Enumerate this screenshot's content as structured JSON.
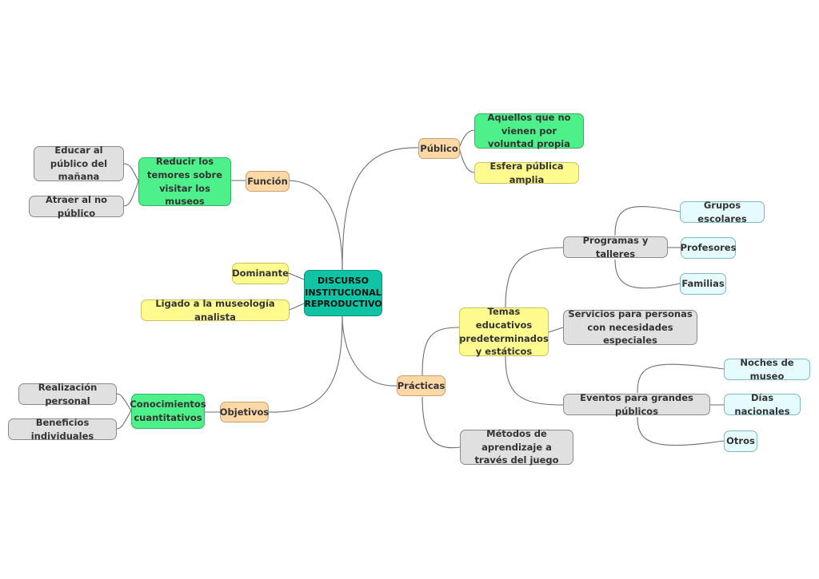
{
  "mindmap": {
    "root": "DISCURSO INSTITUCIONAL REPRODUCTIVO",
    "publico": {
      "label": "Público",
      "children": [
        "Aquellos que no vienen por voluntad propia",
        "Esfera pública amplia"
      ]
    },
    "funcion": {
      "label": "Función",
      "sub": "Reducir los temores sobre visitar los museos",
      "children": [
        "Educar al público del mañana",
        "Atraer al no público"
      ]
    },
    "dominante": "Dominante",
    "ligado": "Ligado a la museología analista",
    "objetivos": {
      "label": "Objetivos",
      "sub": "Conocimientos cuantitativos",
      "children": [
        "Realización personal",
        "Beneficios individuales"
      ]
    },
    "practicas": {
      "label": "Prácticas",
      "temas": {
        "label": "Temas educativos predeterminados y estáticos",
        "programas": {
          "label": "Programas y talleres",
          "children": [
            "Grupos escolares",
            "Profesores",
            "Familias"
          ]
        },
        "servicios": "Servicios para personas con necesidades especiales",
        "eventos": {
          "label": "Eventos para grandes públicos",
          "children": [
            "Noches de museo",
            "Días nacionales",
            "Otros"
          ]
        }
      },
      "metodos": "Métodos de aprendizaje a través del juego"
    }
  }
}
